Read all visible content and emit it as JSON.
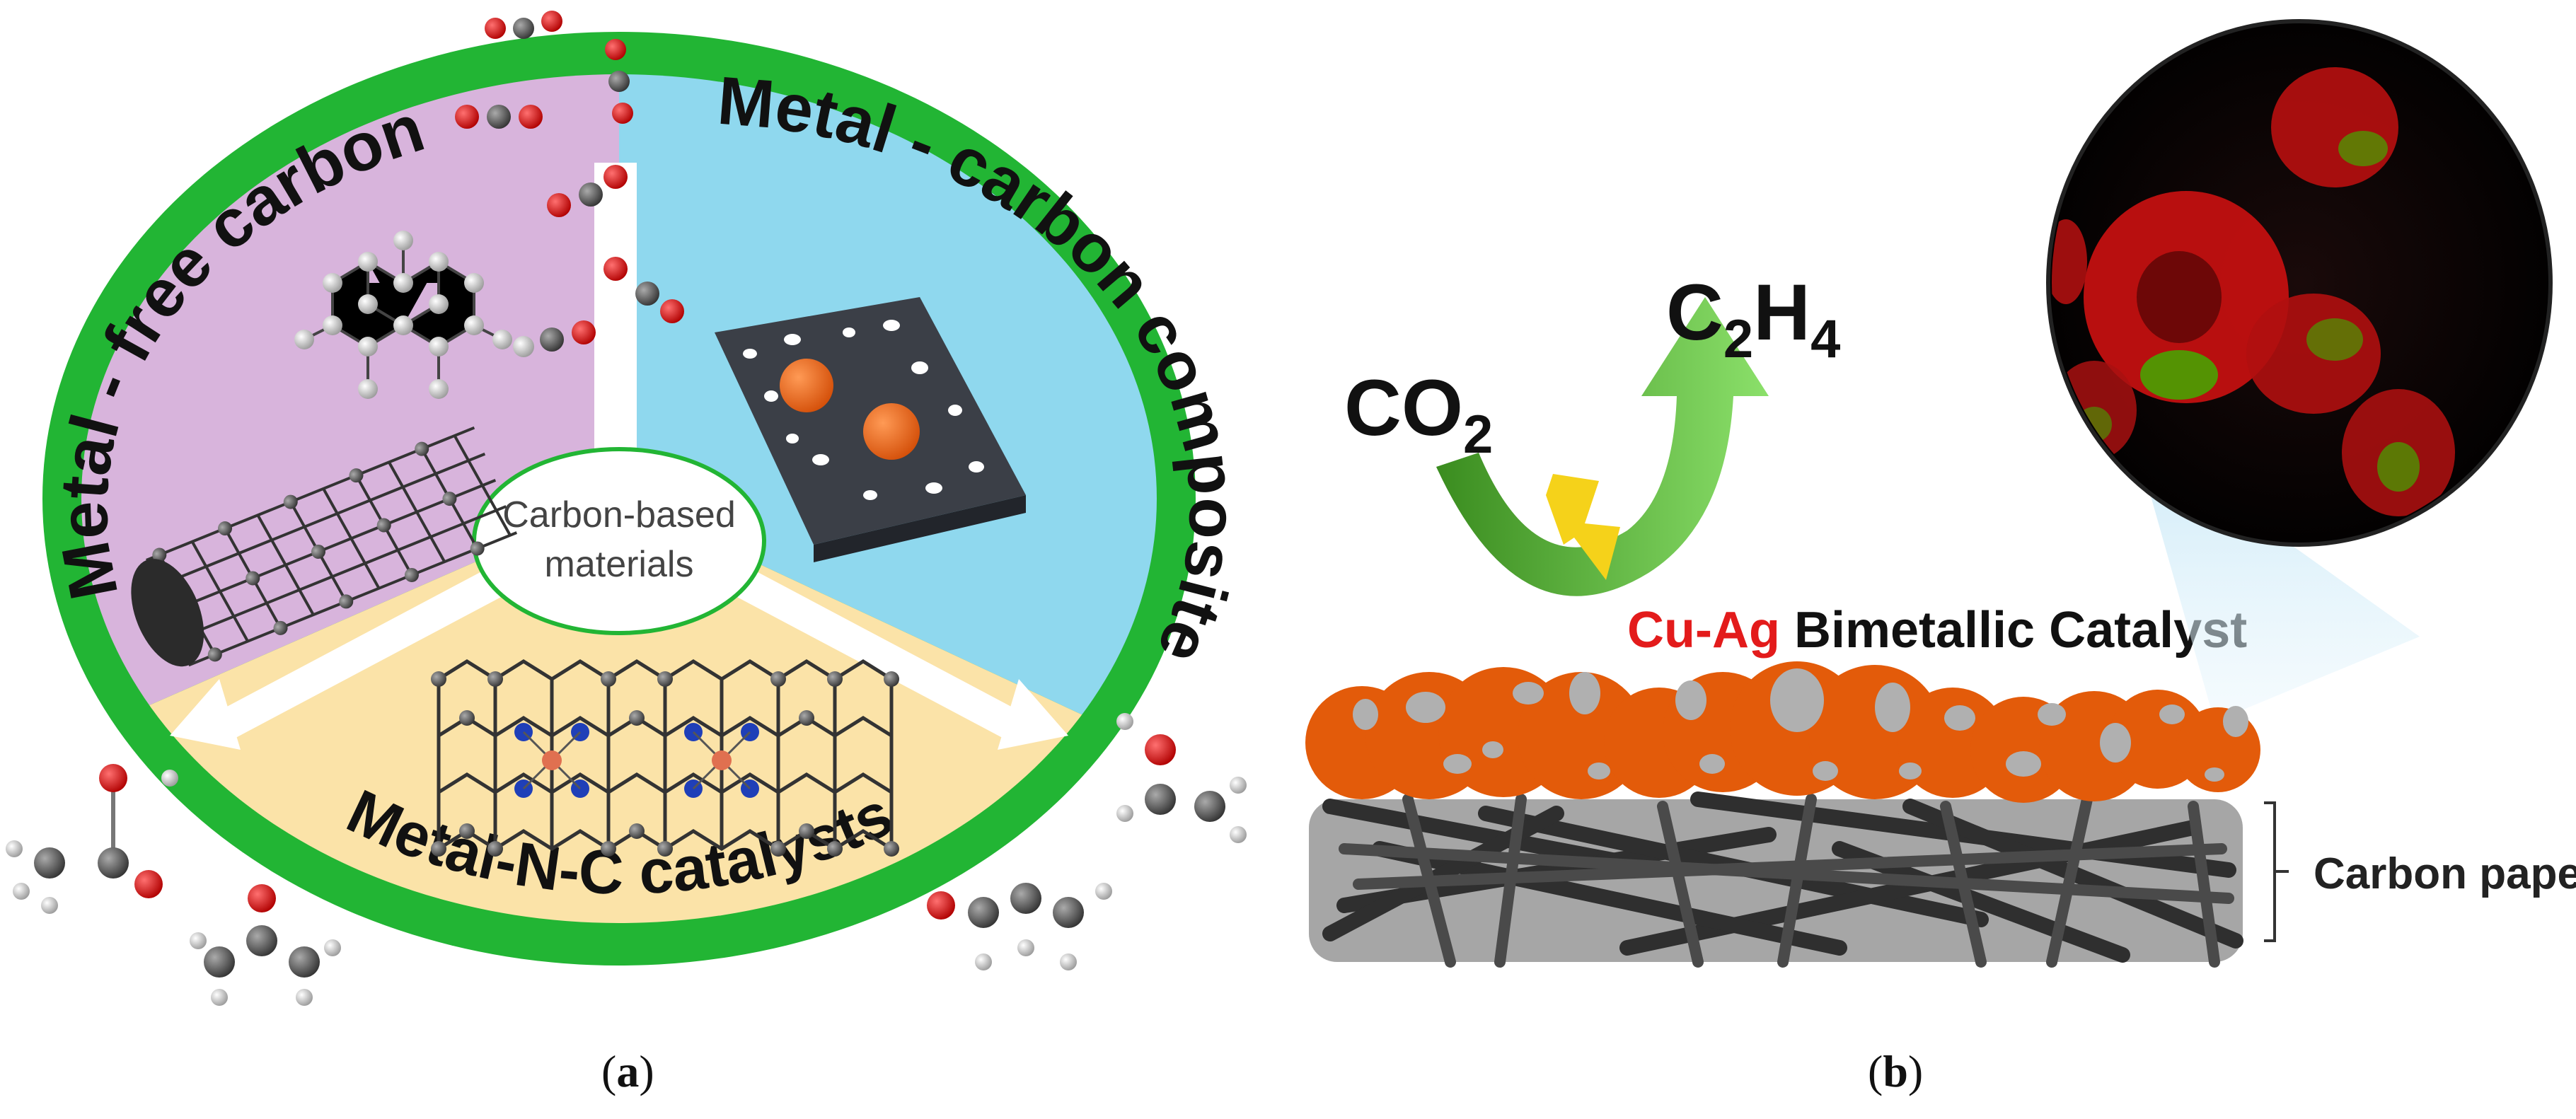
{
  "panel_a": {
    "ring_labels": {
      "metal_free": "Metal - free carbon",
      "metal_carbon": "Metal - carbon composite",
      "metal_nc": "Metal-N-C catalysts"
    },
    "center_label_line1": "Carbon-based",
    "center_label_line2": "materials",
    "caption_letter": "a",
    "colors": {
      "ring": "#22b534",
      "sector_left": "#d8b4dc",
      "sector_right": "#8fd8ee",
      "sector_bottom": "#fbe3a8",
      "oxygen": "#d60000",
      "carbon": "#555555",
      "hydrogen": "#e8e8e8",
      "nitrogen": "#1f3fb8",
      "metal": "#e07050"
    }
  },
  "panel_b": {
    "reactant_main": "CO",
    "reactant_sub": "2",
    "product_c": "C",
    "product_sub1": "2",
    "product_h": "H",
    "product_sub2": "4",
    "catalyst_highlight": "Cu-Ag",
    "catalyst_rest": " Bimetallic Catalyst",
    "support_label": "Carbon paper",
    "caption_letter": "b",
    "colors": {
      "arrow_dark": "#3a8c1f",
      "arrow_light": "#7ed957",
      "bolt": "#f5d21a",
      "particle": "#e35b0a",
      "ag_patch": "#b0b0b0",
      "fiber": "#3b3b3b",
      "highlight_text": "#e31b1b",
      "map_red": "#d41010",
      "map_green": "#33c000"
    }
  }
}
